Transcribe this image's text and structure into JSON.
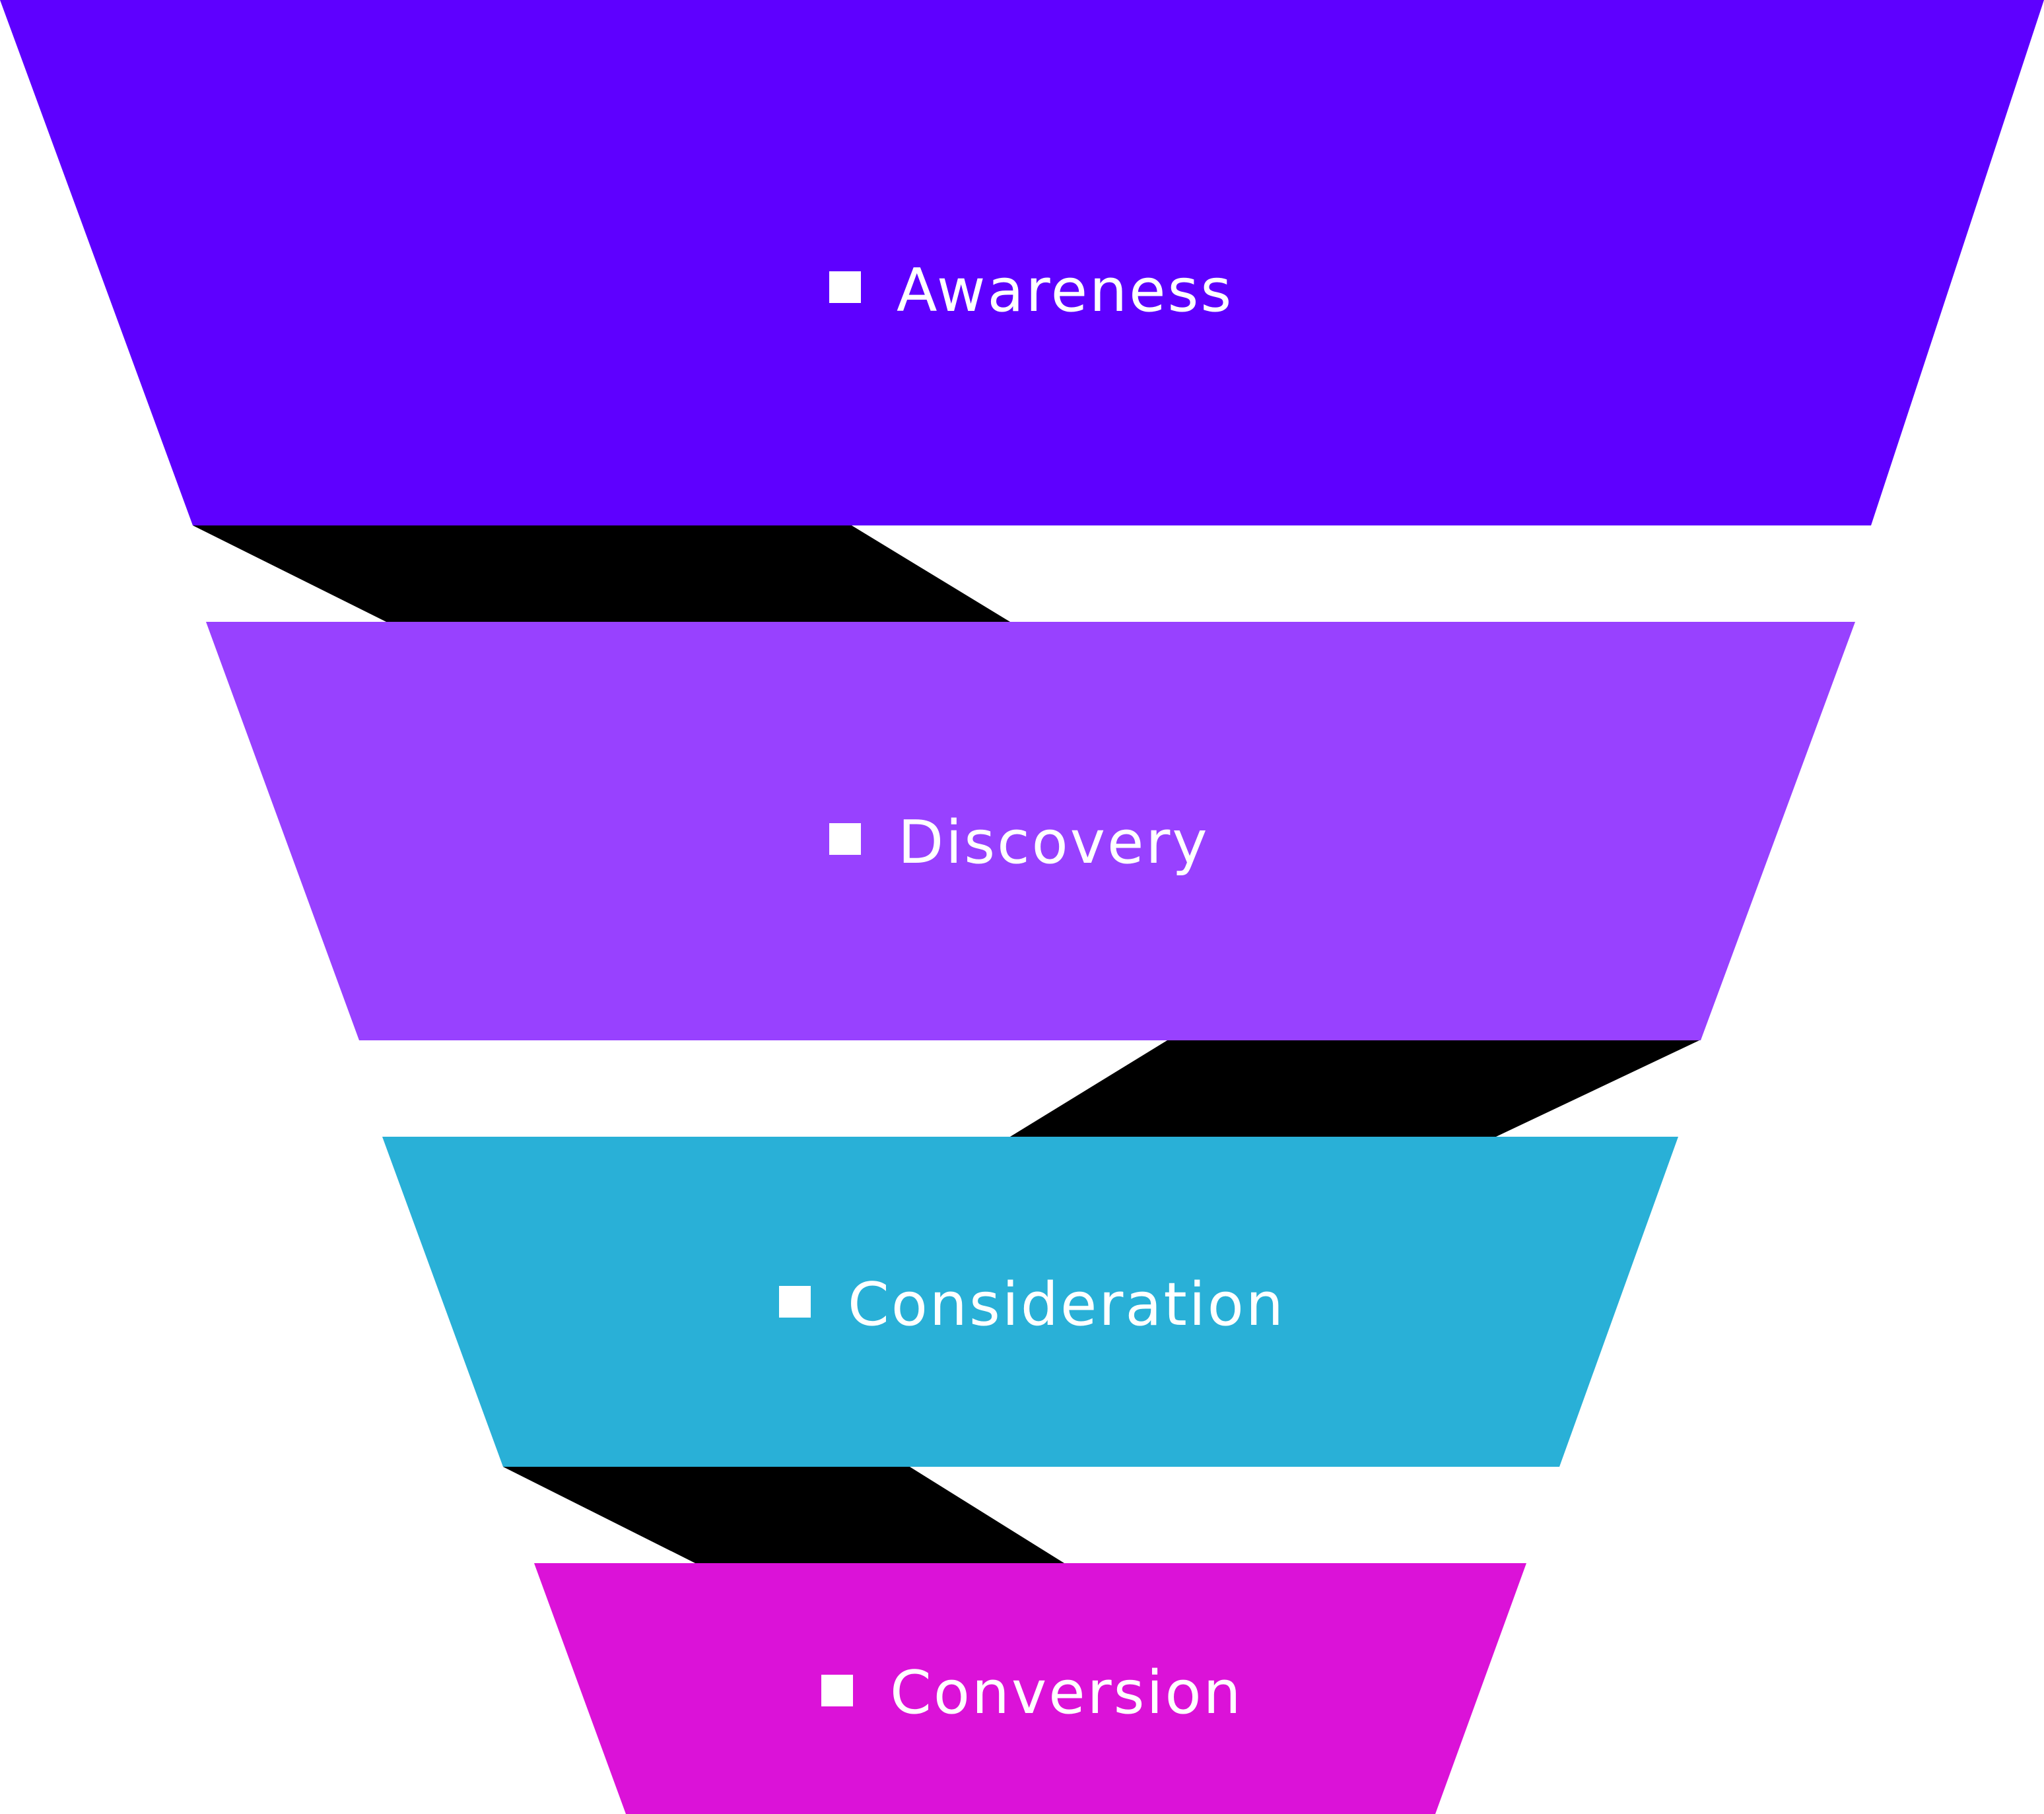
{
  "funnel": {
    "stages": [
      {
        "label": "Awareness",
        "color": "#5E00FF",
        "marker_icon": "square-bullet"
      },
      {
        "label": "Discovery",
        "color": "#9841FF",
        "marker_icon": "square-bullet"
      },
      {
        "label": "Consideration",
        "color": "#29B0D7",
        "marker_icon": "square-bullet"
      },
      {
        "label": "Conversion",
        "color": "#DB12D8",
        "marker_icon": "square-bullet"
      }
    ],
    "connector_color": "#000000"
  }
}
